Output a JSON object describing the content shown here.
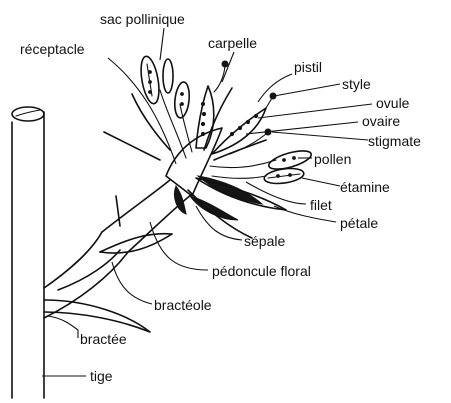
{
  "labels": {
    "sac_pollinique": "sac pollinique",
    "receptacle": "réceptacle",
    "carpelle": "carpelle",
    "pistil": "pistil",
    "style": "style",
    "ovule": "ovule",
    "ovaire": "ovaire",
    "stigmate": "stigmate",
    "pollen": "pollen",
    "etamine": "étamine",
    "filet": "filet",
    "petale": "pétale",
    "sepale": "sépale",
    "pedoncule_floral": "pédoncule floral",
    "bracteole": "bractéole",
    "bractee": "bractée",
    "tige": "tige"
  }
}
